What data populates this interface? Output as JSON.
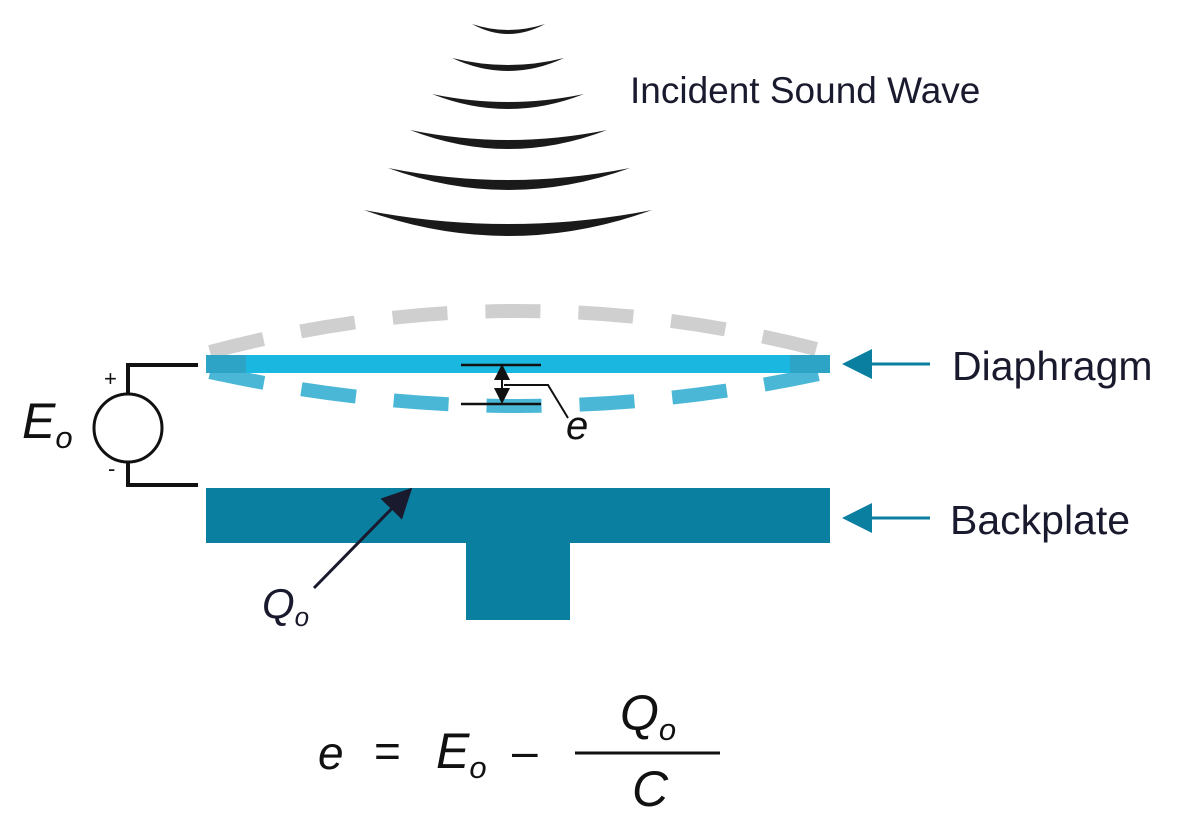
{
  "labels": {
    "incident_sound_wave": "Incident Sound Wave",
    "diaphragm": "Diaphragm",
    "backplate": "Backplate",
    "plus": "+",
    "minus": "-",
    "e_label": "e"
  },
  "source": {
    "symbol": "E",
    "subscript": "o"
  },
  "charge": {
    "symbol": "Q",
    "subscript": "o"
  },
  "equation": {
    "lhs": "e",
    "equals": "=",
    "term1_symbol": "E",
    "term1_subscript": "o",
    "minus": "–",
    "numerator_symbol": "Q",
    "numerator_subscript": "o",
    "denominator": "C"
  },
  "colors": {
    "diaphragm": "#1ab8e0",
    "diaphragm_dashed": "#4ab7d6",
    "diaphragm_dashed_rest": "#c8c8c8",
    "backplate": "#0a7fa0",
    "wave": "#1a1a1a",
    "arrow": "#0a7fa0",
    "text": "#1a1a2e"
  },
  "icons": {
    "source": "ac-voltage-source-icon",
    "wave": "sound-wave-arcs-icon",
    "arrow": "left-arrow-icon"
  }
}
